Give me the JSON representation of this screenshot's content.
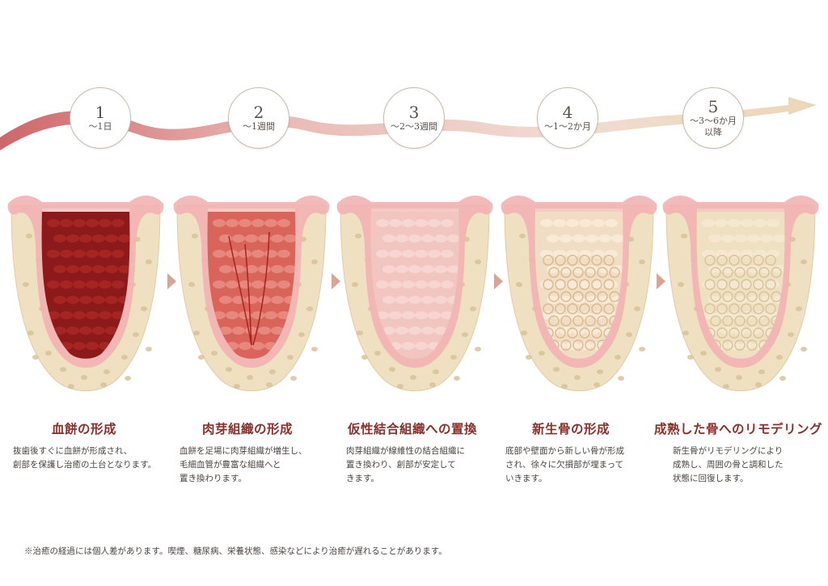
{
  "stages": [
    {
      "num": "1",
      "period": "〜1日",
      "period2": "",
      "title": "血餅の形成",
      "desc": "抜歯後すぐに血餅が形成され、\n創部を保護し治癒の土台となります。",
      "fill": "clot"
    },
    {
      "num": "2",
      "period": "〜1週間",
      "period2": "",
      "title": "肉芽組織の形成",
      "desc": "血餅を足場に肉芽組織が増生し、\n毛細血管が豊富な組織へと\n置き換わります。",
      "fill": "granulation"
    },
    {
      "num": "3",
      "period": "〜2〜3週間",
      "period2": "",
      "title": "仮性結合組織への置換",
      "desc": "肉芽組織が線維性の結合組織に\n置き換わり、創部が安定して\nきます。",
      "fill": "connective"
    },
    {
      "num": "4",
      "period": "〜1〜2か月",
      "period2": "",
      "title": "新生骨の形成",
      "desc": "底部や壁面から新しい骨が形成\nされ、徐々に欠損部が埋まって\nいきます。",
      "fill": "newbone"
    },
    {
      "num": "5",
      "period": "〜3〜6か月",
      "period2": "以降",
      "title": "成熟した骨へのリモデリング",
      "desc": "新生骨がリモデリングにより\n成熟し、周囲の骨と調和した\n状態に回復します。",
      "fill": "mature"
    }
  ],
  "note": "※治癒の経過には個人差があります。喫煙、糖尿病、栄養状態、感染などにより治癒が遅れることがあります。",
  "colors": {
    "title": "#8a2f2a",
    "ribbon_start": "#c8555a",
    "ribbon_end": "#ead2b0",
    "arrow": "#d8a494",
    "bone": "#efe0c2",
    "gum": "#f2b3b2"
  }
}
